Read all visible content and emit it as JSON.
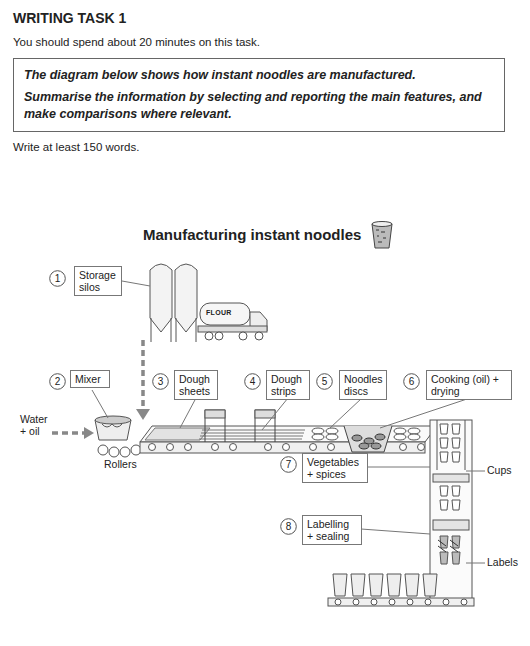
{
  "diagram": {
    "title": "WRITING TASK 1",
    "nodes": [
      {
        "text": [
          "The diagram below shows how instant noodles are manufactured.",
          "Summarise the information by selecting and reporting the main features, and make comparisons where relevant."
        ]
      },
      {
        "text": [
          "1"
        ]
      },
      {
        "text": [
          "Storage silos"
        ]
      },
      {
        "text": [
          "2"
        ]
      },
      {
        "text": [
          "Mixer"
        ]
      },
      {
        "text": [
          "3"
        ]
      },
      {
        "text": [
          "Dough sheets"
        ]
      },
      {
        "text": [
          "4"
        ]
      },
      {
        "text": [
          "Dough strips"
        ]
      },
      {
        "text": [
          "5"
        ]
      },
      {
        "text": [
          "Noodles discs"
        ]
      },
      {
        "text": [
          "6"
        ]
      },
      {
        "text": [
          "Cooking (oil) + drying"
        ]
      },
      {
        "text": [
          "7"
        ]
      },
      {
        "text": [
          "Vegetables + spices"
        ]
      },
      {
        "text": [
          "8"
        ]
      },
      {
        "text": [
          "Labelling + sealing"
        ]
      }
    ],
    "labels": [
      "You should spend about 20 minutes on this task.",
      "Write at least 150 words.",
      "Manufacturing instant noodles",
      "FLOUR",
      "Water + oil",
      "Rollers",
      "Cups",
      "Labels"
    ]
  }
}
